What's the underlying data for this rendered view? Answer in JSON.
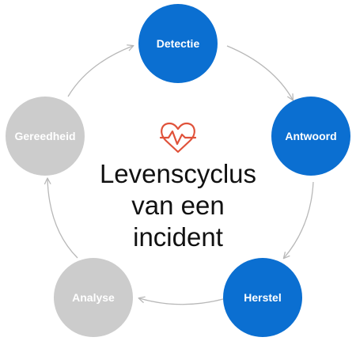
{
  "diagram": {
    "title_lines": [
      "Levenscyclus",
      "van een",
      "incident"
    ],
    "center_icon": "heart-pulse-icon",
    "stages": [
      {
        "label": "Detectie",
        "status": "active"
      },
      {
        "label": "Antwoord",
        "status": "active"
      },
      {
        "label": "Herstel",
        "status": "active"
      },
      {
        "label": "Analyse",
        "status": "inactive"
      },
      {
        "label": "Gereedheid",
        "status": "inactive"
      }
    ]
  },
  "colors": {
    "active": "#0b6fd1",
    "inactive": "#cccccc",
    "arrow": "#b8b8b8",
    "icon": "#e0523a",
    "title": "#111111"
  }
}
